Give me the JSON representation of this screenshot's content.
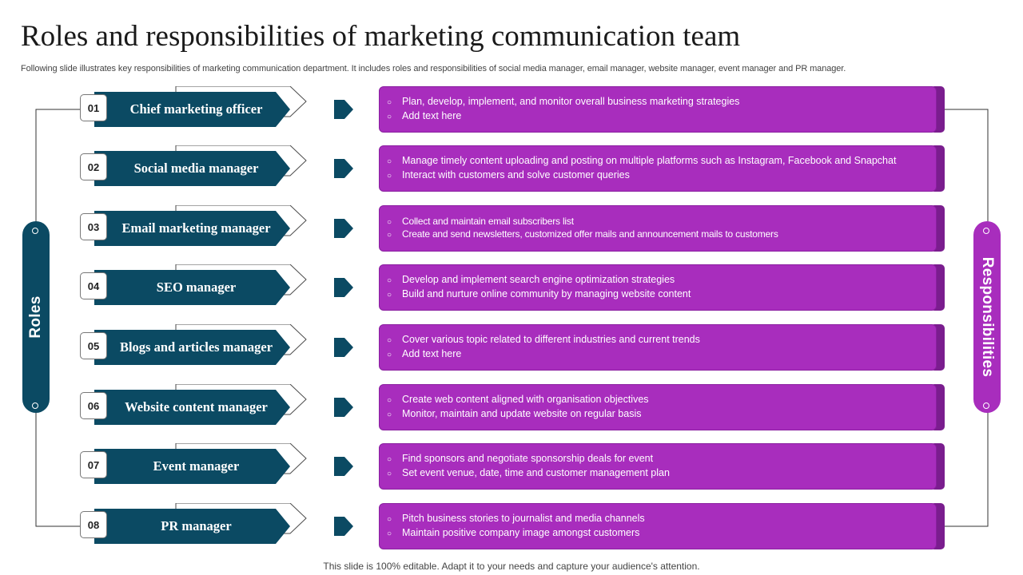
{
  "slide": {
    "title": "Roles and responsibilities of marketing communication team",
    "subtitle": "Following slide illustrates key responsibilities of marketing communication department. It includes roles and responsibilities of social media manager, email manager, website manager, event manager and PR manager.",
    "footer": "This slide is 100% editable. Adapt it to your needs and capture your audience's attention."
  },
  "left_label": "Roles",
  "right_label": "Responsibilities",
  "colors": {
    "role_banner": "#0b4a63",
    "responsibility_box": "#a82dbd",
    "responsibility_shadow": "#7a1d8e"
  },
  "rows": [
    {
      "number": "01",
      "role": "Chief marketing officer",
      "bullets": [
        "Plan, develop, implement, and monitor overall  business marketing strategies",
        "Add text here"
      ]
    },
    {
      "number": "02",
      "role": "Social media manager",
      "bullets": [
        "Manage timely content uploading and posting on multiple platforms such as Instagram, Facebook and Snapchat",
        "Interact with customers and solve customer queries"
      ]
    },
    {
      "number": "03",
      "role": "Email marketing manager",
      "bullets": [
        "Collect and maintain email subscribers list",
        "Create and send newsletters, customized offer mails and announcement mails to customers"
      ]
    },
    {
      "number": "04",
      "role": "SEO manager",
      "bullets": [
        "Develop  and implement  search engine  optimization strategies",
        "Build and nurture online community by managing website content"
      ]
    },
    {
      "number": "05",
      "role": "Blogs and articles manager",
      "bullets": [
        "Cover  various  topic related to different  industries and current trends",
        "Add text here"
      ]
    },
    {
      "number": "06",
      "role": "Website content manager",
      "bullets": [
        "Create web content aligned with organisation objectives",
        "Monitor, maintain and update website on regular basis"
      ]
    },
    {
      "number": "07",
      "role": "Event manager",
      "bullets": [
        "Find sponsors and negotiate sponsorship deals for event",
        "Set event venue,  date, time and customer management plan"
      ]
    },
    {
      "number": "08",
      "role": "PR manager",
      "bullets": [
        "Pitch business stories to journalist and media channels",
        "Maintain positive company image amongst customers"
      ]
    }
  ]
}
